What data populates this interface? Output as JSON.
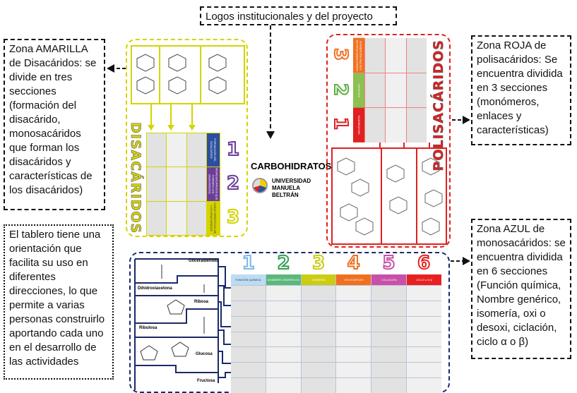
{
  "top_note": "Logos institucionales y del proyecto",
  "yellow_note": "Zona AMARILLA de Disacáridos: se divide en tres secciones (formación del disacárido, monosacáridos que forman los disacáridos y características de los disacáridos)",
  "red_note": "Zona ROJA de polisacáridos: Se encuentra dividida en 3 secciones (monómeros, enlaces y características)",
  "blue_note": "Zona AZUL de monosacáridos: se encuentra dividida en 6 secciones (Función química, Nombre genérico, isomería, oxi o desoxi, ciclación, ciclo α o β)",
  "orientation_note": "El tablero tiene una orientación que facilita su uso en diferentes direcciones, lo que permite a varias personas construirlo aportando cada uno en el desarrollo de las actividades",
  "logo": {
    "title": "CARBOHIDRATOS",
    "university": "UNIVERSIDAD MANUELA BELTRÁN",
    "seal": "UMB"
  },
  "yellow_board": {
    "title": "DISACÁRIDOS",
    "color": "#d4d400",
    "sections": [
      {
        "num": "1",
        "label": "FORMACIÓN DEL DISACÁRIDO",
        "color": "#2a4ea0"
      },
      {
        "num": "2",
        "label": "MONOSACÁRIDOS QUE FORMAN LOS DISACÁRIDOS",
        "color": "#6a3d9a"
      },
      {
        "num": "3",
        "label": "CARACTERÍSTICAS DE LOS DISACÁRIDOS",
        "color": "#d4d400"
      }
    ]
  },
  "red_board": {
    "title": "POLISACÁRIDOS",
    "color": "#e02020",
    "sections": [
      {
        "num": "3",
        "label": "CARACTERÍSTICAS DE LOS POLISACÁRIDOS",
        "color": "#f07020"
      },
      {
        "num": "2",
        "label": "ENLACES",
        "color": "#8cc050"
      },
      {
        "num": "1",
        "label": "MONÓMEROS",
        "color": "#e02020"
      }
    ]
  },
  "blue_board": {
    "color": "#1a2a6a",
    "molecules": [
      "Gliceraldehído",
      "Dihidroxiacetona",
      "Ribosa",
      "Ribulosa",
      "Glucosa",
      "Fructosa"
    ],
    "columns": [
      {
        "num": "1",
        "label": "FUNCIÓN QUÍMICA",
        "color": "#bcdcf4"
      },
      {
        "num": "2",
        "label": "NOMBRES GENÉRICOS",
        "color": "#5cb87a"
      },
      {
        "num": "3",
        "label": "ISOMERÍA",
        "color": "#cccc10"
      },
      {
        "num": "4",
        "label": "OXI O DESOXI",
        "color": "#f07020"
      },
      {
        "num": "5",
        "label": "CICLACIÓN",
        "color": "#c850a8"
      },
      {
        "num": "6",
        "label": "CICLO α O β",
        "color": "#e82020"
      }
    ]
  }
}
